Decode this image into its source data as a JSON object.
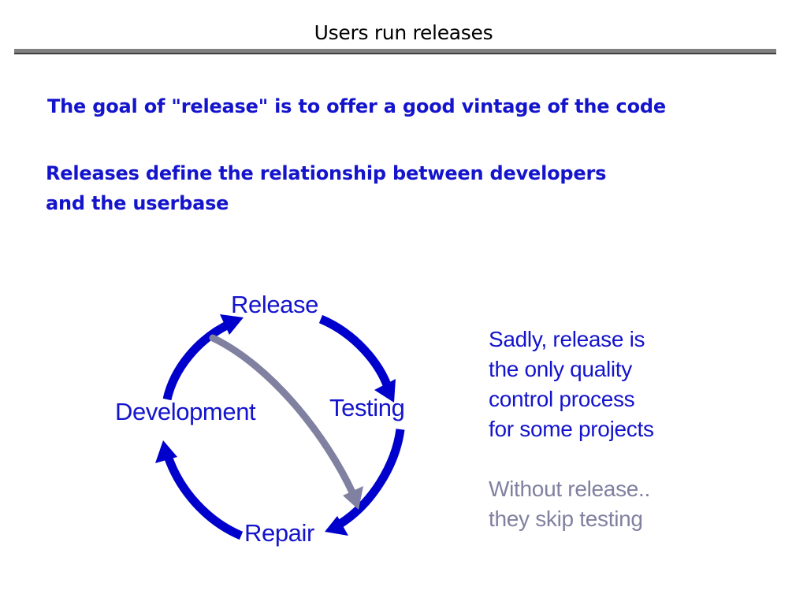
{
  "slide": {
    "title": "Users run releases",
    "background_color": "#FFFFFF",
    "accent_blue": "#1414CC",
    "muted_gray": "#8080A0",
    "rule_color": "#808080"
  },
  "body": {
    "line_1": "The goal of \"release\" is to offer a good vintage of the code",
    "line_2": "Releases define the relationship between developers\nand the userbase"
  },
  "diagram": {
    "type": "cycle",
    "nodes": [
      {
        "id": "release",
        "label": "Release"
      },
      {
        "id": "testing",
        "label": "Testing"
      },
      {
        "id": "repair",
        "label": "Repair"
      },
      {
        "id": "development",
        "label": "Development"
      }
    ],
    "edges": [
      {
        "from": "development",
        "to": "release",
        "color": "#0000CC",
        "style": "curved-arrow"
      },
      {
        "from": "release",
        "to": "testing",
        "color": "#0000CC",
        "style": "curved-arrow"
      },
      {
        "from": "testing",
        "to": "repair",
        "color": "#0000CC",
        "style": "curved-arrow"
      },
      {
        "from": "repair",
        "to": "development",
        "color": "#0000CC",
        "style": "curved-arrow"
      },
      {
        "from": "release",
        "to": "repair",
        "color": "#8080A0",
        "style": "curved-arrow-shortcut"
      }
    ]
  },
  "notes": {
    "primary": "Sadly, release is\nthe only quality\ncontrol process\nfor some projects",
    "secondary": "Without release..\nthey skip testing"
  }
}
